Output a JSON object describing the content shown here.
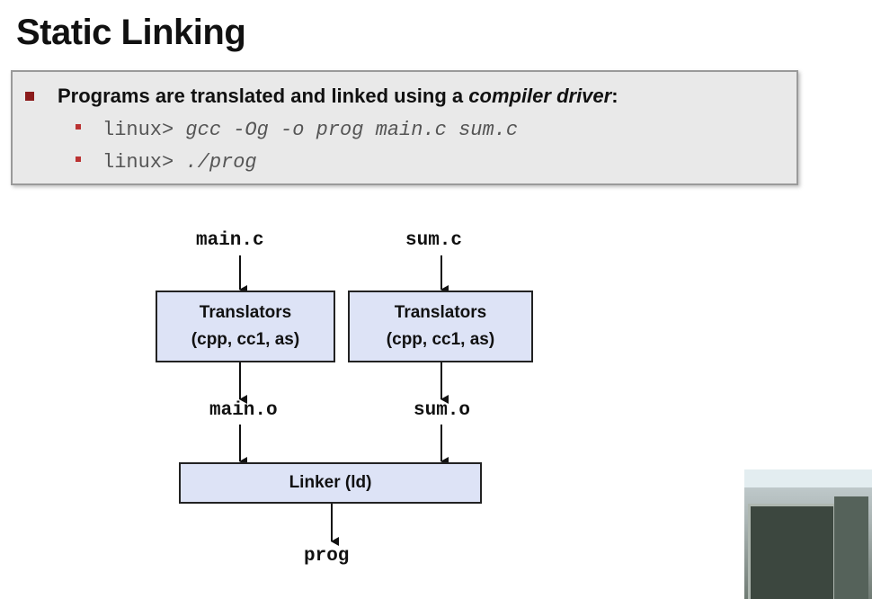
{
  "title": "Static Linking",
  "bullet": {
    "text": "Programs are translated and linked using a ",
    "emphasis": "compiler driver",
    "suffix": ":",
    "commands": [
      {
        "prompt": "linux> ",
        "command": "gcc -Og -o prog main.c sum.c"
      },
      {
        "prompt": "linux> ",
        "command": "./prog"
      }
    ]
  },
  "diagram": {
    "inputs": [
      "main.c",
      "sum.c"
    ],
    "translators": [
      {
        "line1": "Translators",
        "line2": "(cpp, cc1, as)"
      },
      {
        "line1": "Translators",
        "line2": "(cpp, cc1, as)"
      }
    ],
    "objects": [
      "main.o",
      "sum.o"
    ],
    "linker": "Linker (ld)",
    "output": "prog"
  },
  "colors": {
    "box_fill": "#dde3f6",
    "bullet_red": "#8b1b1b",
    "infobox_bg": "#e9e9e9"
  }
}
